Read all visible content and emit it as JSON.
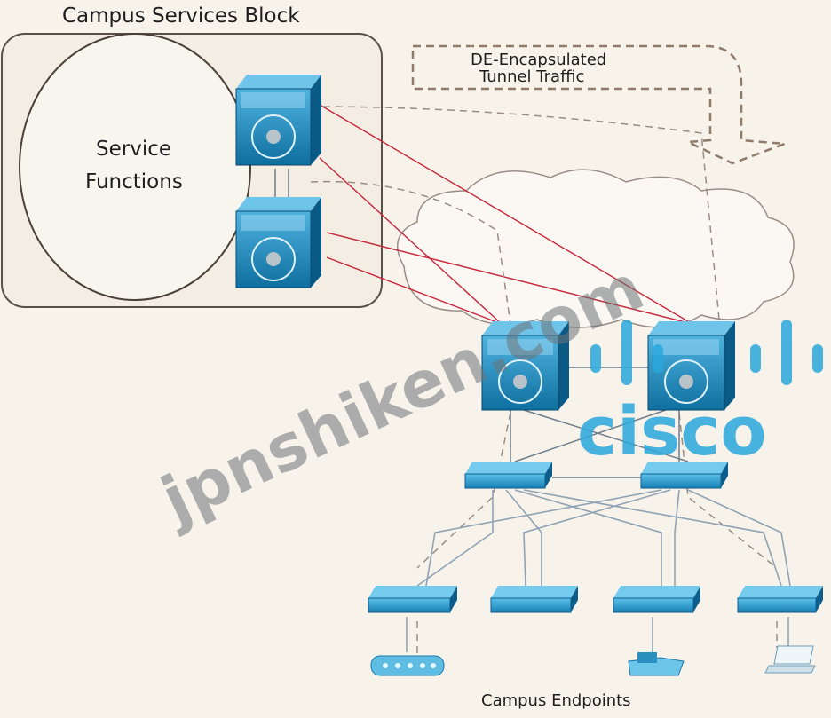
{
  "block_title": "Campus Services Block",
  "service_label_line1": "Service",
  "service_label_line2": "Functions",
  "tunnel_label_line1": "DE-Encapsulated",
  "tunnel_label_line2": "Tunnel Traffic",
  "endpoints_label": "Campus Endpoints",
  "watermark_text": "jpnshiken.com",
  "logo_text": "cisco",
  "colors": {
    "device_blue": "#1f8fc4",
    "device_dark": "#0b4f78",
    "red_link": "#c8263a",
    "grey_link": "#8fa3b4",
    "dashed_link": "#9a8c80",
    "watermark": "#6e7478",
    "logo": "#2aa8dd"
  }
}
